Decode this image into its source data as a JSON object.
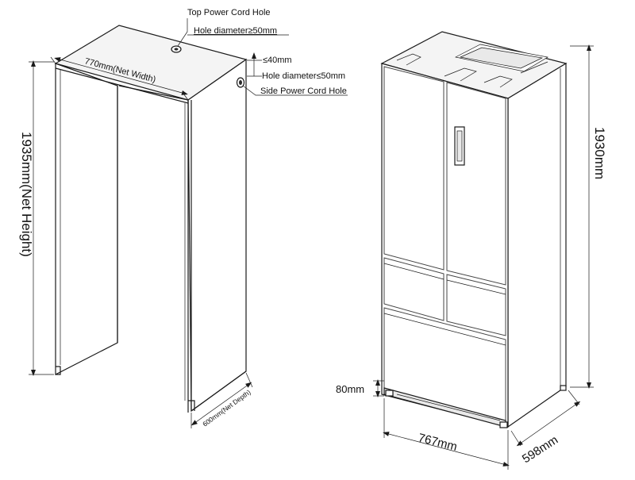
{
  "cabinet": {
    "top_hole_label": "Top Power Cord Hole",
    "top_hole_diameter": "Hole diameter≥50mm",
    "net_width": "770mm(Net Width)",
    "side_offset": "≤40mm",
    "side_hole_diameter": "Hole diameter≤50mm",
    "side_hole_label": "Side Power Cord Hole",
    "net_height": "1935mm(Net Height)",
    "net_depth": "600mm(Net Depth)"
  },
  "fridge": {
    "height": "1930mm",
    "feet_height": "80mm",
    "width": "767mm",
    "depth": "598mm"
  }
}
